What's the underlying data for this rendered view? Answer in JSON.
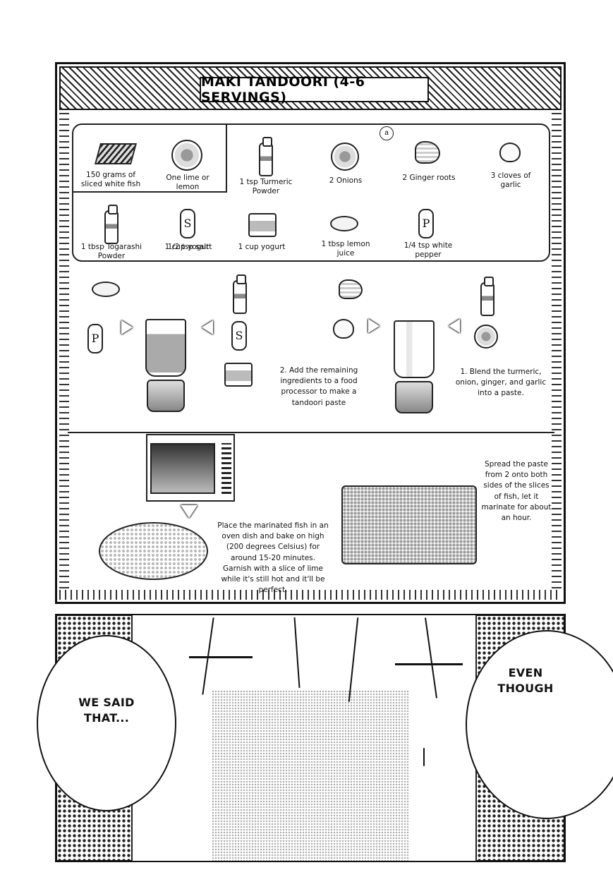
{
  "recipe": {
    "title": "MAKI TANDOORI (4-6 SERVINGS)",
    "marker": "a",
    "ingredients": [
      {
        "label": "150 grams of sliced white fish",
        "icon": "fish-icon"
      },
      {
        "label": "One lime or lemon",
        "icon": "lime-icon"
      },
      {
        "label": "1 tsp Turmeric Powder",
        "icon": "turmeric-bottle-icon"
      },
      {
        "label": "2 Onions",
        "icon": "onion-icon"
      },
      {
        "label": "2 Ginger roots",
        "icon": "ginger-icon"
      },
      {
        "label": "3 cloves of garlic",
        "icon": "garlic-icon"
      },
      {
        "label": "1 tbsp Togarashi Powder",
        "icon": "togarashi-bottle-icon"
      },
      {
        "label": "1/2 tsp salt",
        "icon": "salt-shaker-icon",
        "glyph": "S"
      },
      {
        "label": "1 cup yogurt",
        "icon": "yogurt-tub-icon"
      },
      {
        "label": "1 tbsp lemon juice",
        "icon": "lemon-icon"
      },
      {
        "label": "1/4 tsp white pepper",
        "icon": "pepper-shaker-icon",
        "glyph": "P"
      }
    ],
    "steps": {
      "step1": "1. Blend the turmeric, onion, ginger, and garlic into a paste.",
      "step2": "2. Add the remaining ingredients to a food processor to make a tandoori paste",
      "step3": "Spread the paste from 2 onto both sides of the slices of fish, let it marinate for about an hour.",
      "step4": "Place the marinated fish in an oven dish and bake on high (200 degrees Celsius) for around 15-20 minutes. Garnish with a slice of lime while it's still hot and it'll be perfect."
    }
  },
  "manga": {
    "bubble_left": "WE SAID THAT...",
    "bubble_right": "EVEN THOUGH"
  }
}
